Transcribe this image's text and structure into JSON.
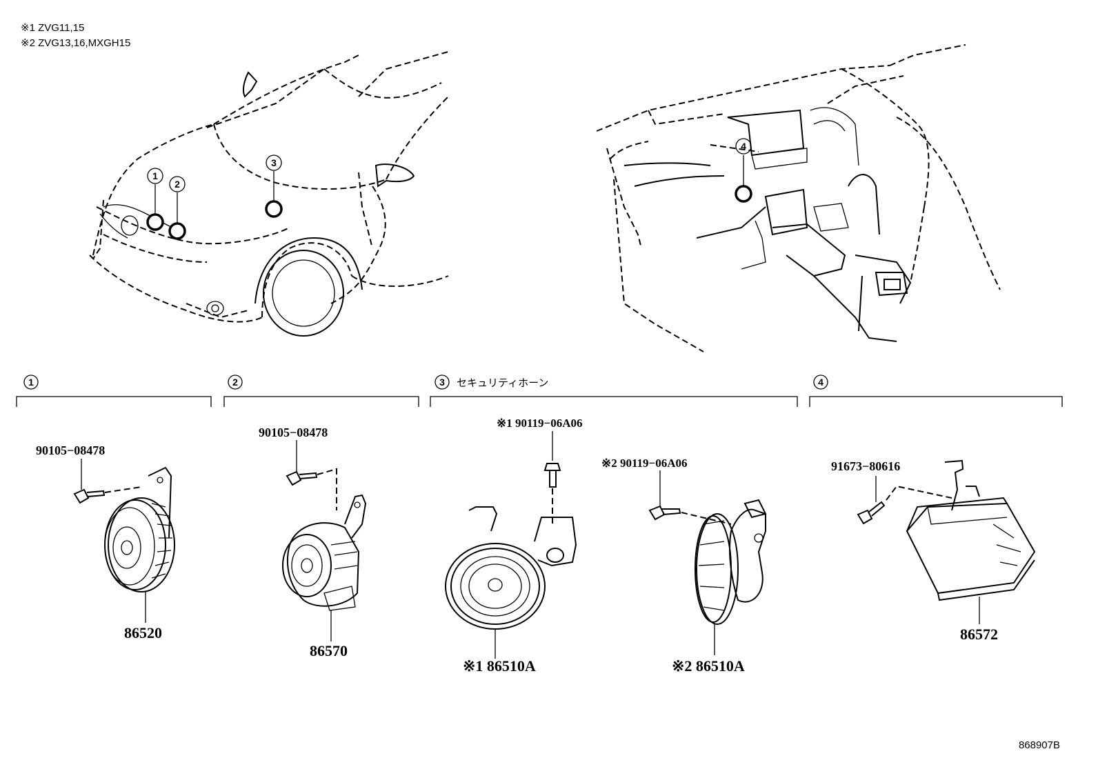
{
  "notes": {
    "note1": "※1 ZVG11,15",
    "note2": "※2 ZVG13,16,MXGH15"
  },
  "callouts": {
    "c1": "1",
    "c2": "2",
    "c3": "3",
    "c4": "4"
  },
  "sections": {
    "s1_num": "1",
    "s2_num": "2",
    "s3_num": "3",
    "s3_title": "セキュリティホーン",
    "s4_num": "4"
  },
  "parts": {
    "s1_bolt": "90105−08478",
    "s1_main": "86520",
    "s2_bolt": "90105−08478",
    "s2_main": "86570",
    "s3a_bolt": "※1 90119−06A06",
    "s3a_main": "※1 86510A",
    "s3b_bolt": "※2 90119−06A06",
    "s3b_main": "※2 86510A",
    "s4_bolt": "91673−80616",
    "s4_main": "86572"
  },
  "diagram_id": "868907B"
}
